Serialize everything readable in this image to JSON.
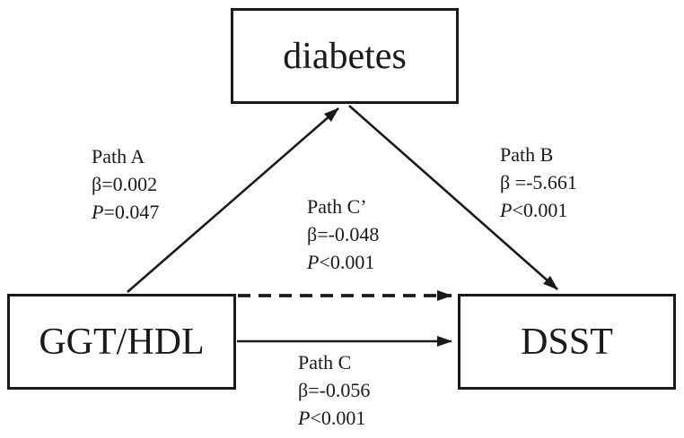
{
  "figure": {
    "nodes": {
      "mediator": {
        "label": "diabetes"
      },
      "exposure": {
        "label": "GGT/HDL"
      },
      "outcome": {
        "label": "DSST"
      }
    },
    "paths": {
      "a": {
        "name": "Path A",
        "beta": "β=0.002",
        "p": "P=0.047"
      },
      "b": {
        "name": "Path B",
        "beta": "β =-5.661",
        "p": "P<0.001"
      },
      "c_prime": {
        "name": "Path C’",
        "beta": "β=-0.048",
        "p": "P<0.001"
      },
      "c": {
        "name": "Path C",
        "beta": "β=-0.056",
        "p": "P<0.001"
      }
    },
    "colors": {
      "ink": "#1a1a1a",
      "background": "#ffffff"
    }
  }
}
